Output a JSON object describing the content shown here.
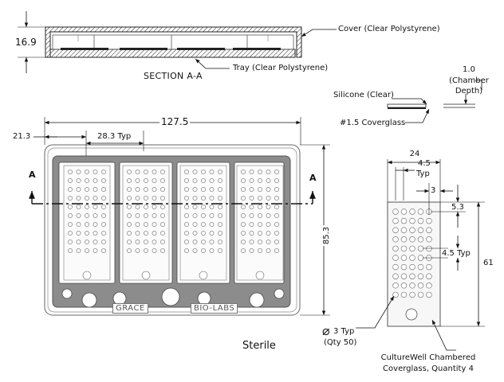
{
  "section": {
    "title": "SECTION A-A",
    "height_dim": "16.9",
    "cover_label": "Cover (Clear Polystyrene)",
    "tray_label": "Tray (Clear Polystyrene)"
  },
  "detail": {
    "silicone_label": "Silicone (Clear)",
    "coverglass_label": "#1.5 Coverglass",
    "chamber_depth_value": "1.0",
    "chamber_depth_label_1": "(Chamber",
    "chamber_depth_label_2": "Depth)"
  },
  "plan": {
    "overall_width": "127.5",
    "offset": "21.3",
    "pitch": "28.3 Typ",
    "height": "85.3",
    "section_marker": "A",
    "brand_left": "GRACE",
    "brand_right": "BIO-LABS",
    "sterile": "Sterile"
  },
  "chamber": {
    "width": "24",
    "pitch": "4.5",
    "pitch_typ": "Typ",
    "edge": "3",
    "top_offset": "5.3",
    "row_pitch": "4.5 Typ",
    "height": "61",
    "hole_dia": "3 Typ",
    "hole_qty": "(Qty 50)",
    "hole_symbol": "⌀",
    "caption_1": "CultureWell Chambered",
    "caption_2": "Coverglass, Quantity 4"
  }
}
